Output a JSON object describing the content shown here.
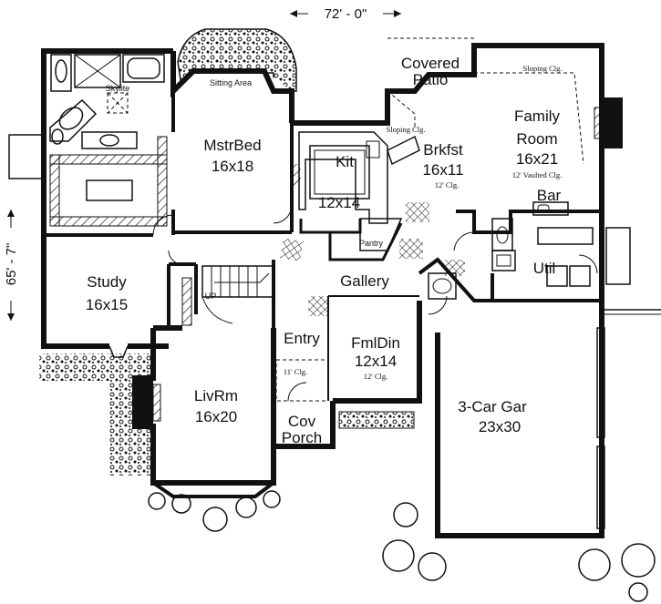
{
  "dimensions": {
    "width": "72' - 0\"",
    "depth": "65' - 7\""
  },
  "rooms": [
    {
      "name": "MstrBed",
      "size": "16x18"
    },
    {
      "name": "Study",
      "size": "16x15"
    },
    {
      "name": "LivRm",
      "size": "16x20"
    },
    {
      "name": "Kit",
      "size": "12x14"
    },
    {
      "name": "Brkfst",
      "size": "16x11",
      "ceiling": "12' Clg."
    },
    {
      "name": "Family\nRoom",
      "line1": "Family",
      "line2": "Room",
      "size": "16x21",
      "ceiling": "12' Vaulted Clg."
    },
    {
      "name": "FmlDin",
      "size": "12x14",
      "ceiling": "12' Clg."
    },
    {
      "name": "3-Car Gar",
      "size": "23x30"
    },
    {
      "name": "Covered Patio",
      "line1": "Covered",
      "line2": "Patio"
    },
    {
      "name": "Gallery"
    },
    {
      "name": "Entry",
      "ceiling": "11' Clg."
    },
    {
      "name": "Cov Porch",
      "line1": "Cov",
      "line2": "Porch"
    },
    {
      "name": "Util"
    },
    {
      "name": "Bar"
    },
    {
      "name": "Pantry"
    }
  ],
  "annotations": {
    "sitting_area": "Sitting Area",
    "skylite": "Skylite",
    "sloping_clg_patio": "Sloping Clg.",
    "sloping_clg_family": "Sloping Clg.",
    "stair_up": "UP"
  }
}
